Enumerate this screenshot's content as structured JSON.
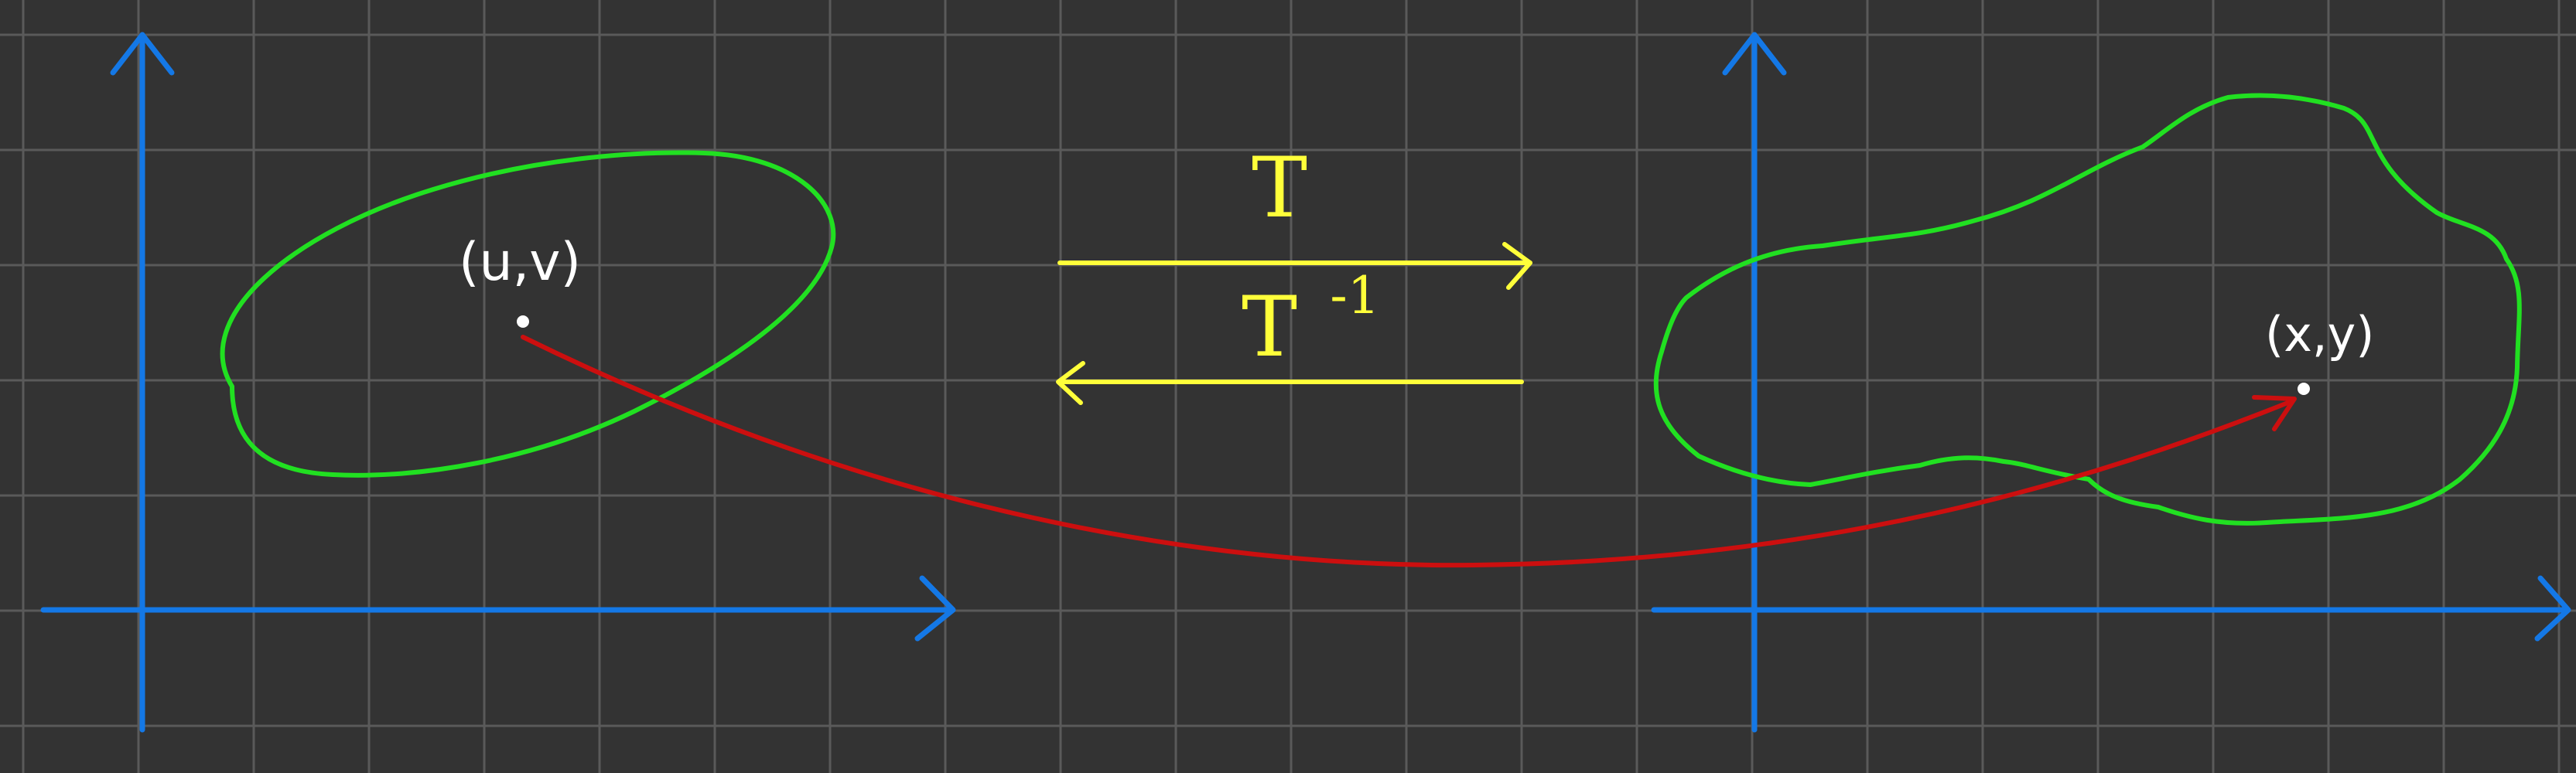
{
  "colors": {
    "background": "#333333",
    "grid": "#5a5a5a",
    "axes": "#1478e6",
    "regions": "#21e021",
    "mappings": "#ffff3a",
    "correspondence": "#cc0f0f",
    "points": "#ffffff"
  },
  "diagram": {
    "left_point_label": "(u,v)",
    "right_point_label": "(x,y)",
    "forward_map_label": "T",
    "inverse_map_base": "T",
    "inverse_map_exponent": "-1"
  }
}
